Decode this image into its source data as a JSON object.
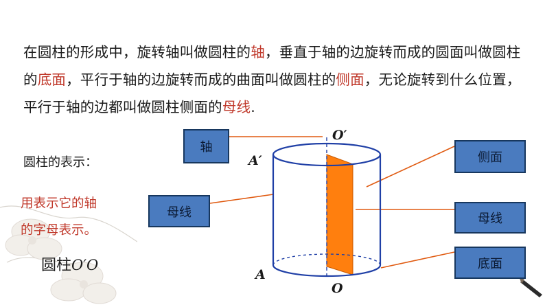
{
  "paragraph": {
    "s1": "在圆柱的形成中，旋转轴叫做圆柱的",
    "r1": "轴",
    "s2": "，垂直于轴的边旋转而成的圆面叫做圆柱的",
    "r2": "底面",
    "s3": "，平行于轴的边旋转而成的曲面叫做圆柱的",
    "r3": "侧面",
    "s4": "，无论旋转到什么位置，平行于轴的边都叫做圆柱侧面的",
    "r4": "母线",
    "s5": "."
  },
  "notation": {
    "heading": "圆柱的表示：",
    "line1": "用表示它的轴",
    "line2": "的字母表示。",
    "example_prefix": "圆柱",
    "example_symbol": "O′O"
  },
  "callouts": {
    "axis": "轴",
    "generatrix_left": "母线",
    "lateral_face": "侧面",
    "generatrix_right": "母线",
    "base": "底面"
  },
  "points": {
    "O_top": "O′",
    "A_top": "A′",
    "A_bottom": "A",
    "O_bottom": "O"
  },
  "colors": {
    "text_red": "#c0392b",
    "box_fill": "#4a7bbf",
    "box_border": "#17375e",
    "cylinder_line": "#1f3fa6",
    "leader_line": "#e05a10",
    "rectangle_fill": "#ff7f0e"
  }
}
